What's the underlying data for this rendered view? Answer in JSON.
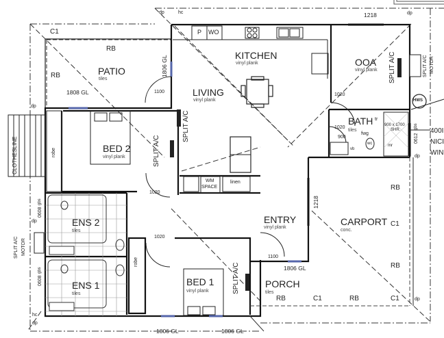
{
  "plan": {
    "rooms": {
      "patio": {
        "name": "PATIO",
        "finish": "tiles"
      },
      "kitchen": {
        "name": "KITCHEN",
        "finish": "vinyl plank"
      },
      "living": {
        "name": "LIVING",
        "finish": "vinyl plank"
      },
      "ooa": {
        "name": "OOA",
        "finish": "vinyl plank"
      },
      "bath": {
        "name": "BATH",
        "finish": "tiles"
      },
      "bed2": {
        "name": "BED 2",
        "finish": "vinyl plank"
      },
      "ens2": {
        "name": "ENS 2",
        "finish": "tiles"
      },
      "ens1": {
        "name": "ENS 1",
        "finish": "tiles"
      },
      "entry": {
        "name": "ENTRY",
        "finish": "vinyl plank"
      },
      "carport": {
        "name": "CARPORT",
        "finish": "conc."
      },
      "bed1": {
        "name": "BED 1",
        "finish": "vinyl plank"
      },
      "porch": {
        "name": "PORCH",
        "finish": "tiles"
      }
    },
    "fixtures": {
      "pantry": "P",
      "wall_oven": "WO",
      "wm_space_1": "WM",
      "wm_space_2": "SPACE",
      "linen": "linen",
      "robe": "robe",
      "clothesline": "CLOTHESLINE",
      "hws": "HWS",
      "shower": "900 x 1700",
      "shower_sub": "SHR.",
      "towel_rail": "tr",
      "floor_waste": "fwg",
      "wc": "wc",
      "vanity": "vb",
      "mirror": "mr",
      "grab_bars": "gbs"
    },
    "annotations": {
      "split_ac": "SPLIT A/C",
      "split_ac_motor_1": "SPLIT A/C",
      "split_ac_motor_2": "MOTOR",
      "downpipe": "dp",
      "hose_cock": "hc",
      "roof_beam": "RB",
      "column": "C1",
      "note_line1": "400I",
      "note_line2": "NICI",
      "note_line3": "WIN"
    },
    "dimensions": {
      "window_1808": "1808 GL",
      "window_1806": "1806 GL",
      "door_1100": "1100",
      "door_1020": "1020",
      "window_1218": "1218",
      "window_0608": "0608",
      "bath_900": "900",
      "window_0612": "0612"
    }
  }
}
